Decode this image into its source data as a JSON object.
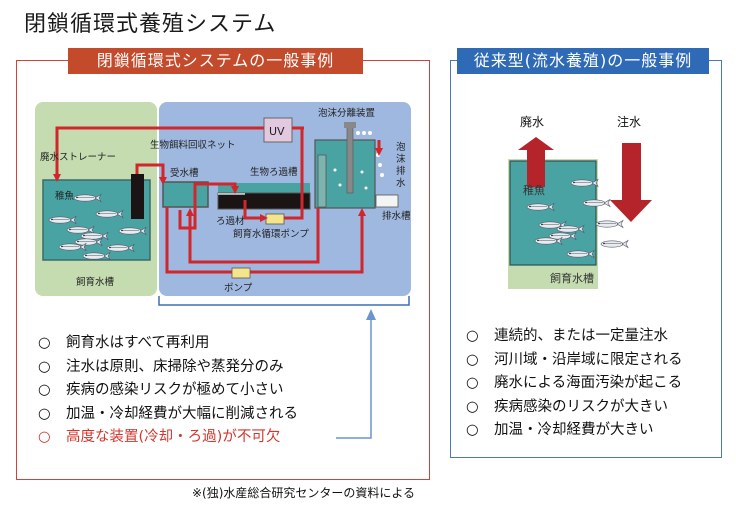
{
  "page": {
    "title": "閉鎖循環式養殖システム",
    "source_note": "※(独)水産総合研究センターの資料による"
  },
  "closed_system": {
    "header": "閉鎖循環式システムの一般事例",
    "accent_color": "#c34a2b",
    "diagram": {
      "labels": {
        "waste_strainer": "廃水ストレーナー",
        "bio_feed_net": "生物餌料回収ネット",
        "receiving_tank": "受水槽",
        "bio_filter_tank": "生物ろ過槽",
        "filter_media": "ろ過材",
        "circulation_pump": "飼育水循環ポンプ",
        "uv": "UV",
        "foam_separator": "泡沫分離装置",
        "foam_drain": "泡沫排水",
        "drain_tank": "排水槽",
        "pump": "ポンプ",
        "juvenile_fish": "稚魚",
        "rearing_tank": "飼育水槽"
      }
    },
    "points": [
      {
        "bullet": "○",
        "text": "飼育水はすべて再利用",
        "highlight": false
      },
      {
        "bullet": "○",
        "text": "注水は原則、床掃除や蒸発分のみ",
        "highlight": false
      },
      {
        "bullet": "○",
        "text": "疾病の感染リスクが極めて小さい",
        "highlight": false
      },
      {
        "bullet": "○",
        "text": "加温・冷却経費が大幅に削減される",
        "highlight": false
      },
      {
        "bullet": "○",
        "text": "高度な装置(冷却・ろ過)が不可欠",
        "highlight": true
      }
    ]
  },
  "flow_system": {
    "header": "従来型(流水養殖)の一般事例",
    "accent_color": "#2f6ab6",
    "diagram": {
      "labels": {
        "drain": "廃水",
        "inflow": "注水",
        "juvenile_fish": "稚魚",
        "rearing_tank": "飼育水槽"
      }
    },
    "points": [
      {
        "bullet": "○",
        "text": "連続的、または一定量注水"
      },
      {
        "bullet": "○",
        "text": "河川域・沿岸域に限定される"
      },
      {
        "bullet": "○",
        "text": "廃水による海面汚染が起こる"
      },
      {
        "bullet": "○",
        "text": "疾病感染のリスクが大きい"
      },
      {
        "bullet": "○",
        "text": "加温・冷却経費が大きい"
      }
    ]
  }
}
